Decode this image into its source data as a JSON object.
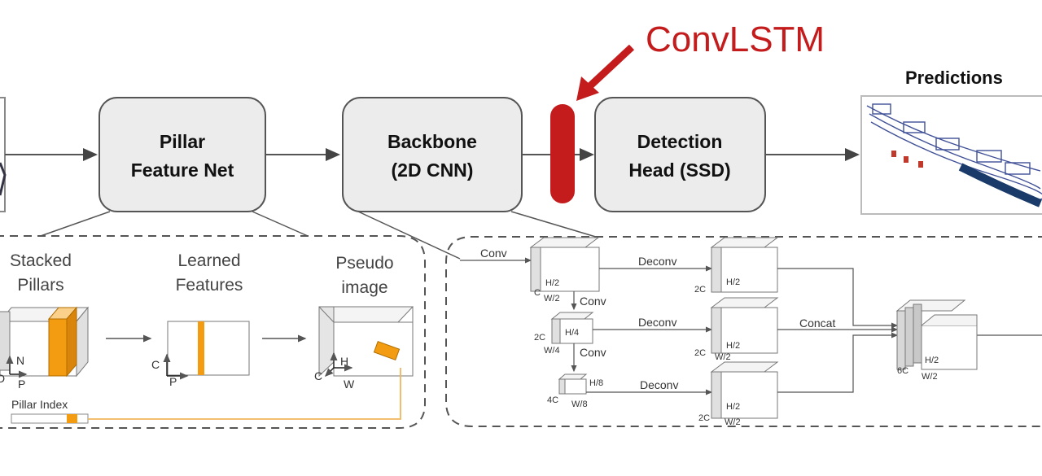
{
  "callout": {
    "label": "ConvLSTM",
    "color": "#c41c1c"
  },
  "main_blocks": {
    "pillar_feature_net": {
      "line1": "Pillar",
      "line2": "Feature Net"
    },
    "backbone": {
      "line1": "Backbone",
      "line2": "(2D CNN)"
    },
    "detection_head": {
      "line1": "Detection",
      "line2": "Head (SSD)"
    },
    "predictions": "Predictions"
  },
  "pfn_detail": {
    "stacked_line1": "Stacked",
    "stacked_line2": "Pillars",
    "learned_line1": "Learned",
    "learned_line2": "Features",
    "pseudo_line1": "Pseudo",
    "pseudo_line2": "image",
    "pillar_index": "Pillar Index",
    "axes": {
      "N": "N",
      "P": "P",
      "D": "D",
      "C": "C",
      "H": "H",
      "W": "W"
    }
  },
  "backbone_detail": {
    "conv": "Conv",
    "deconv": "Deconv",
    "concat": "Concat",
    "dims": {
      "c": "C",
      "h2": "H/2",
      "w2": "W/2",
      "c2": "2C",
      "h4": "H/4",
      "w4": "W/4",
      "c4": "4C",
      "h8": "H/8",
      "w8": "W/8",
      "c6": "6C"
    }
  },
  "colors": {
    "accent_orange": "#f39c12",
    "box_fill": "#ececec",
    "box_stroke": "#555555",
    "convlstm_red": "#c41c1c"
  }
}
